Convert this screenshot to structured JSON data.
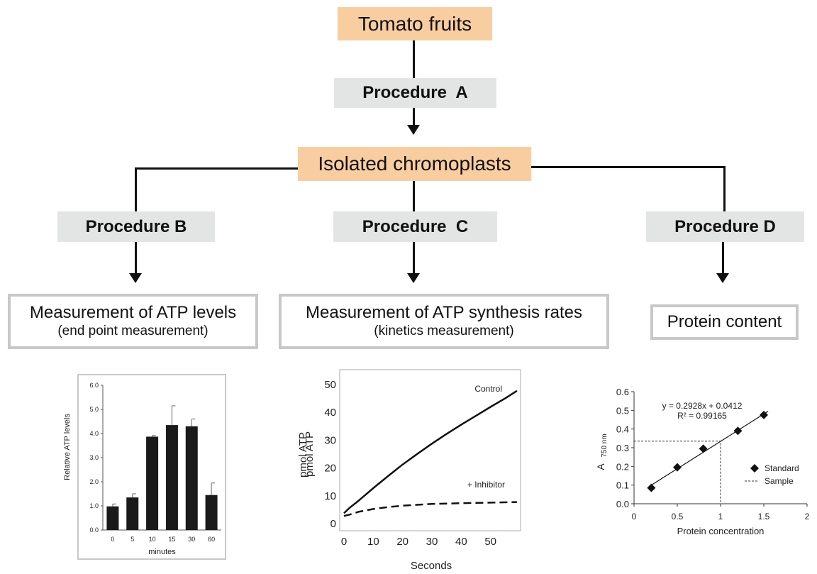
{
  "flow": {
    "tomato": "Tomato fruits",
    "procA": "Procedure  A",
    "isolated": "Isolated chromoplasts",
    "procB": "Procedure B",
    "procC": "Procedure  C",
    "procD": "Procedure D",
    "measB_line1": "Measurement of ATP levels",
    "measB_line2": "(end point measurement)",
    "measC_line1": "Measurement of ATP synthesis rates",
    "measC_line2": "(kinetics measurement)",
    "protein": "Protein content"
  },
  "colors": {
    "orange": "#f8cda0",
    "grey": "#e3e4e4",
    "border": "#c8c8c8"
  },
  "chart_data": [
    {
      "type": "bar",
      "categories": [
        "0",
        "5",
        "10",
        "15",
        "30",
        "60"
      ],
      "values": [
        0.98,
        1.35,
        3.87,
        4.35,
        4.3,
        1.45
      ],
      "errors": [
        0.1,
        0.15,
        0.05,
        0.8,
        0.3,
        0.5
      ],
      "xlabel": "minutes",
      "ylabel": "Relative ATP levels",
      "ylim": [
        0,
        6
      ],
      "yticks": [
        "0.0",
        "1.0",
        "2.0",
        "3.0",
        "4.0",
        "5.0",
        "6.0"
      ]
    },
    {
      "type": "line",
      "xlabel": "Seconds",
      "ylabel": "pmol ATP",
      "xlim": [
        0,
        60
      ],
      "ylim": [
        0,
        50
      ],
      "xticks": [
        "0",
        "10",
        "20",
        "30",
        "40",
        "50"
      ],
      "yticks": [
        "0",
        "10",
        "20",
        "30",
        "40",
        "50"
      ],
      "series": [
        {
          "name": "Control",
          "style": "solid",
          "x": [
            0,
            2,
            5,
            10,
            15,
            20,
            25,
            30,
            35,
            40,
            45,
            50,
            55,
            59
          ],
          "y": [
            3.5,
            5.5,
            8,
            12.5,
            16.8,
            21,
            24.8,
            28.5,
            32,
            35.3,
            38.5,
            41.7,
            44.8,
            47.5
          ]
        },
        {
          "name": "+ Inhibitor",
          "style": "dashed",
          "x": [
            0,
            2,
            5,
            10,
            15,
            20,
            30,
            40,
            50,
            59
          ],
          "y": [
            2.5,
            3,
            4,
            5,
            5.7,
            6.2,
            6.8,
            7.1,
            7.3,
            7.5
          ]
        }
      ]
    },
    {
      "type": "scatter",
      "xlabel": "Protein concentration",
      "ylabel": "A",
      "ylabel_sub": "750 nm",
      "xlim": [
        0,
        2
      ],
      "ylim": [
        0,
        0.6
      ],
      "xticks": [
        "0",
        "0.5",
        "1",
        "1.5",
        "2"
      ],
      "yticks": [
        "0.0",
        "0.1",
        "0.2",
        "0.3",
        "0.4",
        "0.5",
        "0.6"
      ],
      "series": [
        {
          "name": "Standard",
          "x": [
            0.2,
            0.5,
            0.8,
            1.2,
            1.5
          ],
          "y": [
            0.085,
            0.195,
            0.295,
            0.39,
            0.475
          ]
        }
      ],
      "fit": {
        "slope": 0.2928,
        "intercept": 0.0412,
        "equation": "y = 0.2928x + 0.0412",
        "r2": "R² = 0.99165"
      },
      "sample": {
        "name": "Sample",
        "x": 1.0,
        "y": 0.335
      }
    }
  ]
}
